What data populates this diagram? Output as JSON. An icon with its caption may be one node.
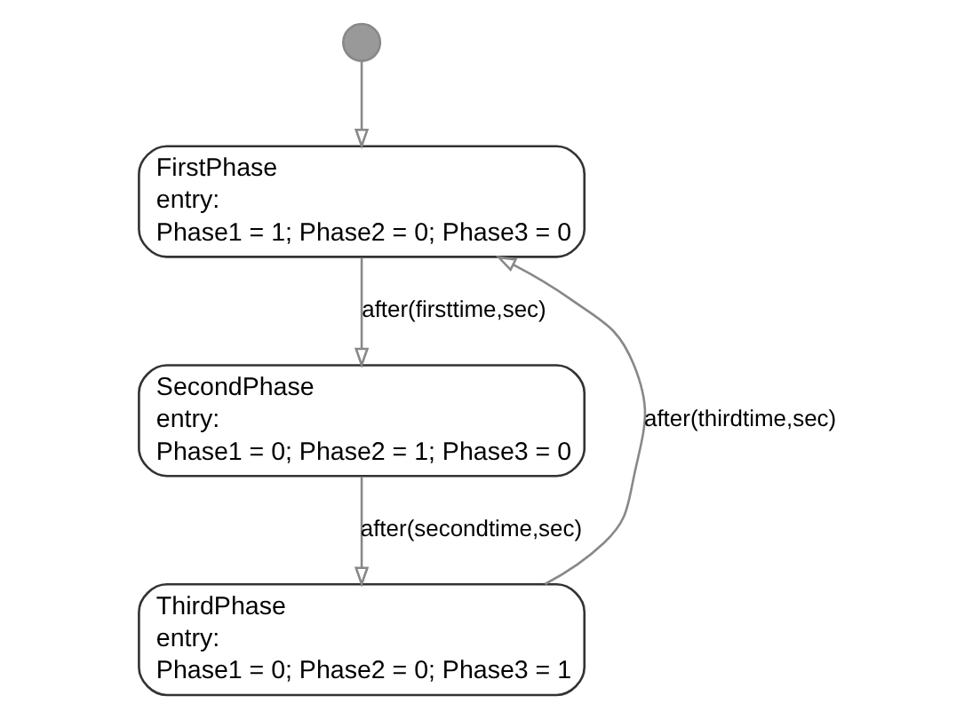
{
  "diagram": {
    "nodes": [
      {
        "text": [],
        "shape": "circle"
      },
      {
        "text": [
          "FirstPhase",
          "entry:",
          "Phase1 = 1; Phase2 = 0; Phase3 = 0"
        ]
      },
      {
        "text": [
          "SecondPhase",
          "entry:",
          "Phase1 = 0; Phase2 = 1; Phase3 = 0"
        ]
      },
      {
        "text": [
          "ThirdPhase",
          "entry:",
          "Phase1 = 0; Phase2 = 0; Phase3 = 1"
        ]
      }
    ],
    "edges": [
      {
        "from": 0,
        "to": 1,
        "arrow": "to"
      },
      {
        "from": 1,
        "to": 2,
        "arrow": "to",
        "label": "after(firsttime,sec)"
      },
      {
        "from": 2,
        "to": 3,
        "arrow": "to",
        "label": "after(secondtime,sec)"
      },
      {
        "from": 3,
        "to": 1,
        "arrow": "to",
        "label": "after(thirdtime,sec)"
      }
    ]
  }
}
